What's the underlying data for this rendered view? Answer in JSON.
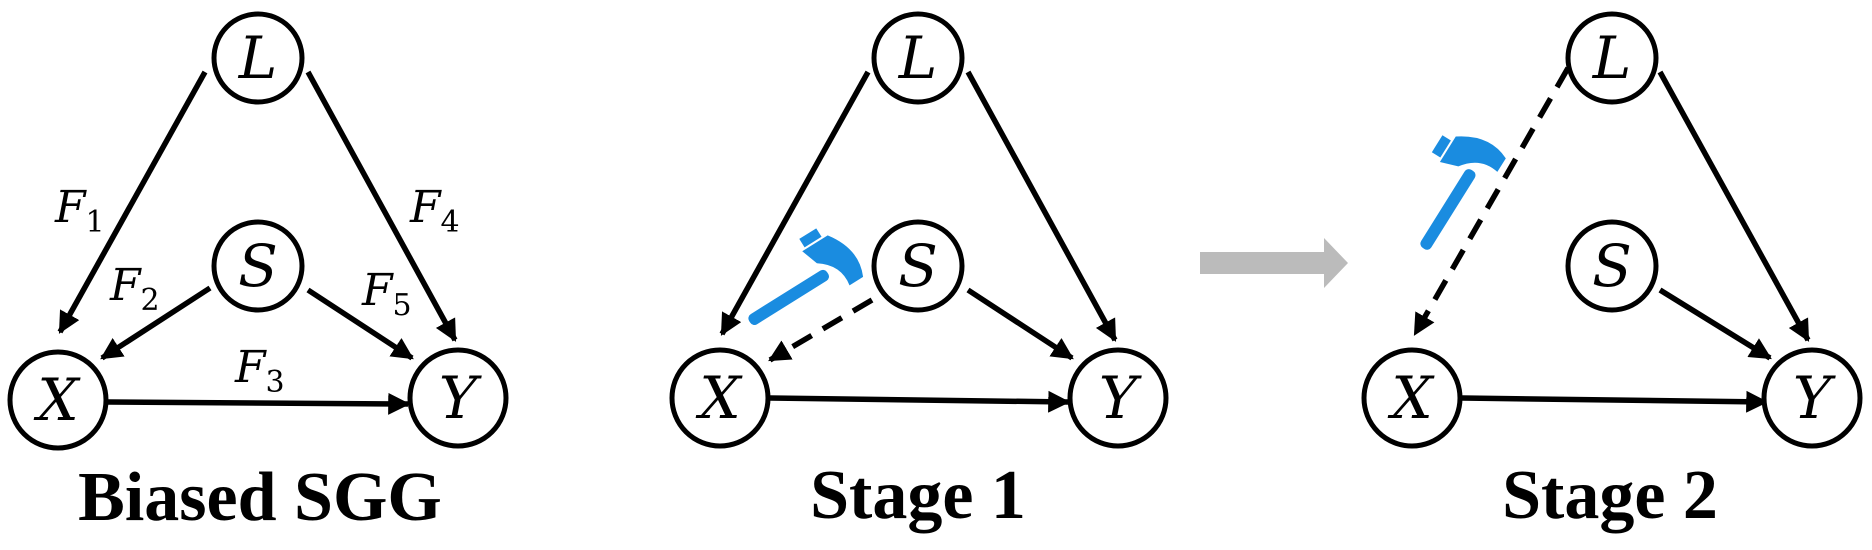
{
  "nodes": {
    "l": "L",
    "s": "S",
    "x": "X",
    "y": "Y"
  },
  "edge_labels": {
    "f1": {
      "main": "F",
      "sub": "1"
    },
    "f2": {
      "main": "F",
      "sub": "2"
    },
    "f3": {
      "main": "F",
      "sub": "3"
    },
    "f4": {
      "main": "F",
      "sub": "4"
    },
    "f5": {
      "main": "F",
      "sub": "5"
    }
  },
  "captions": {
    "panel1": "Biased SGG",
    "panel2": "Stage 1",
    "panel3": "Stage 2"
  },
  "colors": {
    "hammer": "#1a8ce0",
    "transition_arrow": "#bbbbbb"
  },
  "icons": {
    "cut_tool": "hammer-icon",
    "transition": "right-arrow-icon"
  }
}
